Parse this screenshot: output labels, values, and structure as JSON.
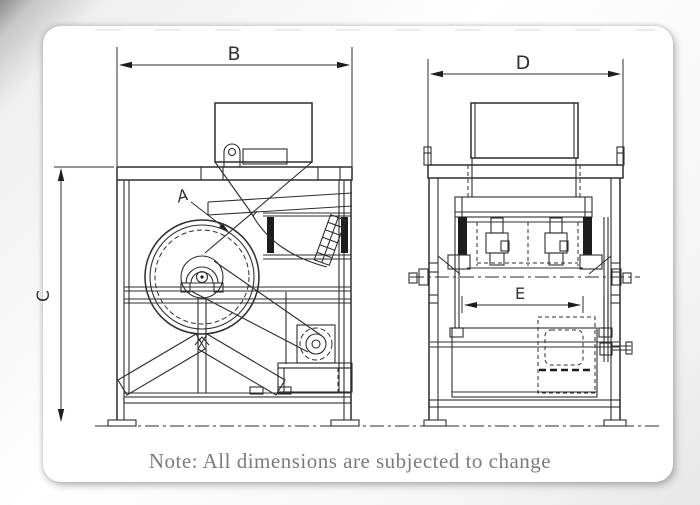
{
  "diagram": {
    "labels": {
      "b": "B",
      "c": "C",
      "d": "D",
      "e": "E",
      "a": "A"
    },
    "note": "Note: All dimensions are subjected to change",
    "colors": {
      "line": "#2d2d2d",
      "label_text": "#303030",
      "note_text": "#7b7b7b",
      "card_background": "#ffffff"
    }
  }
}
